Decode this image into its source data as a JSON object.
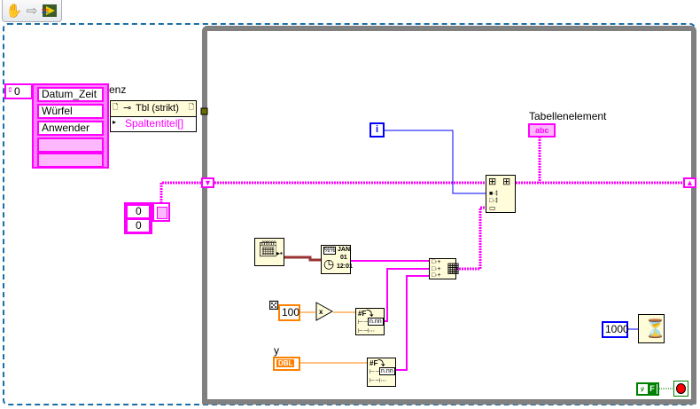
{
  "toolbar": {
    "icons": [
      "hand-tool-icon",
      "step-arrow-icon",
      "highlight-execution-icon"
    ]
  },
  "left_panel": {
    "index_value": "0",
    "array_items": [
      "Datum_Zeit",
      "Würfel",
      "Anwender",
      "",
      ""
    ],
    "partial_label": "enz",
    "property_node": {
      "class_label": "Tbl (strikt)",
      "property": "Spaltentitel[]"
    },
    "cluster_indices": [
      "0",
      "0"
    ]
  },
  "loop": {
    "iteration_terminal": "i",
    "indicator_label": "Tabellenelement",
    "indicator_type": "abc",
    "wait_ms": "1000",
    "multiply_constant": "100",
    "dbl_control_label": "y",
    "dbl_control_type": "DBL",
    "stop_constant": "F",
    "date_node": {
      "month": "JAN",
      "day": "01",
      "time": "12:01"
    }
  },
  "colors": {
    "string_wire": "#ff00ff",
    "numeric_wire": "#ff8000",
    "integer_wire": "#0000ff",
    "timestamp_wire": "#993333",
    "boolean_wire": "#008000",
    "loop_border": "#808080",
    "frame_dash": "#1b6ea6",
    "node_bg": "#fffcd9"
  }
}
